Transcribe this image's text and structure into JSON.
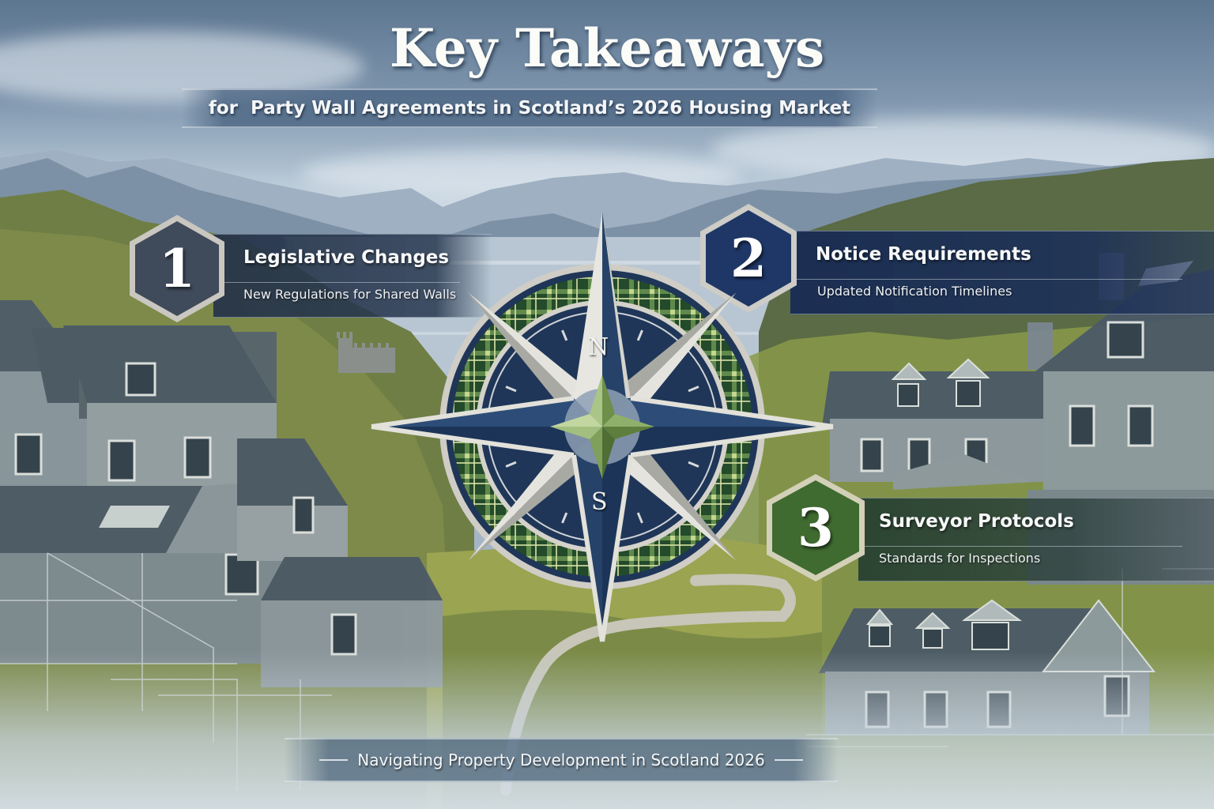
{
  "header": {
    "title": "Key Takeaways",
    "subtitle": "for  Party Wall Agreements in Scotland’s 2026 Housing Market"
  },
  "takeaways": [
    {
      "number": "1",
      "heading": "Legislative Changes",
      "subheading": "New Regulations for Shared Walls",
      "badge_color": "#3f4a5a",
      "band_color": "#2e3d55"
    },
    {
      "number": "2",
      "heading": "Notice Requirements",
      "subheading": "Updated Notification Timelines",
      "badge_color": "#1f3766",
      "band_color": "#1d3158"
    },
    {
      "number": "3",
      "heading": "Surveyor Protocols",
      "subheading": "Standards for Inspections",
      "badge_color": "#3f6a30",
      "band_color": "#2b4636"
    }
  ],
  "compass": {
    "north_label": "N",
    "south_label": "S",
    "star_color": "#c9c9c2",
    "face_color": "#1f3658",
    "tartan_color": "#2f5a32",
    "center_color": "#7fa05a"
  },
  "footer": {
    "text": "Navigating Property Development in Scotland 2026"
  },
  "palette": {
    "sky": "#a9bccd",
    "slate": "#4d5e70",
    "hill_green": "#8a9a4a"
  }
}
